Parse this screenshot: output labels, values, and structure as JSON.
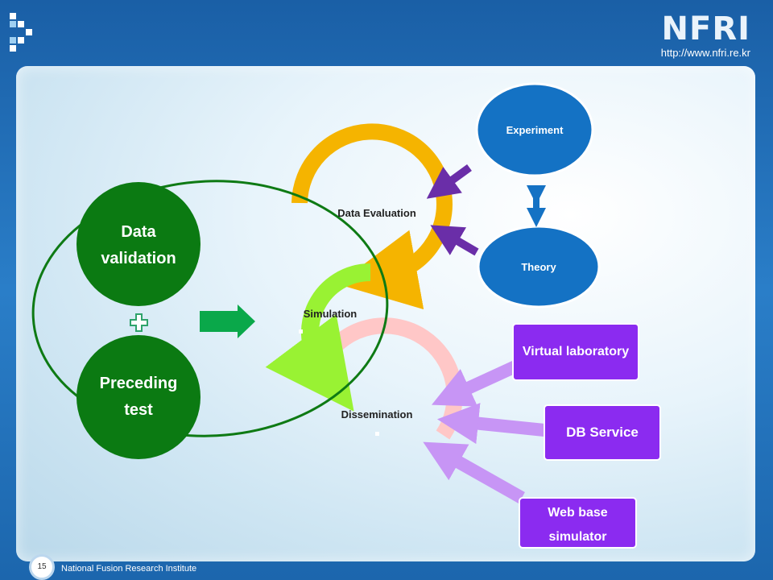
{
  "header": {
    "logo_text": "NFRI",
    "url": "http://www.nfri.re.kr"
  },
  "diagram": {
    "cycles": {
      "data_evaluation": "Data Evaluation",
      "simulation": "Simulation",
      "dissemination": "Dissemination"
    },
    "inputs": {
      "experiment": "Experiment",
      "theory": "Theory"
    },
    "left": {
      "data_validation_line1": "Data",
      "data_validation_line2": "validation",
      "preceding_test_line1": "Preceding",
      "preceding_test_line2": "test"
    },
    "outputs": {
      "virtual_laboratory": "Virtual laboratory",
      "db_service": "DB Service",
      "web_base_line1": "Web base",
      "web_base_line2": "simulator"
    }
  },
  "footer": {
    "page_number": "15",
    "institute": "National Fusion Research Institute"
  },
  "colors": {
    "evaluation_ring": "#f5b400",
    "simulation_ring": "#99f233",
    "dissemination_ring": "#ffc7c7",
    "input_circle": "#1472c4",
    "left_circle": "#0b7a12",
    "output_box": "#8b2bf0",
    "output_arrow": "#c795f5",
    "input_arrow": "#6a2ea8"
  }
}
